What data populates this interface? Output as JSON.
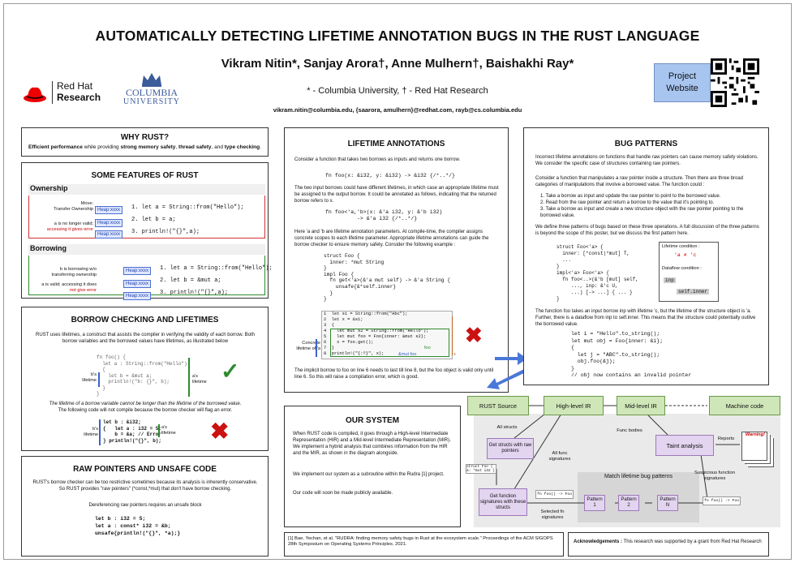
{
  "header": {
    "title": "AUTOMATICALLY DETECTING LIFETIME ANNOTATION BUGS IN THE RUST LANGUAGE",
    "authors": "Vikram Nitin*, Sanjay Arora†, Anne Mulhern†, Baishakhi Ray*",
    "affiliations": "* - Columbia University, † - Red Hat Research",
    "emails": "vikram.nitin@columbia.edu, {saarora, amulhern}@redhat.com, rayb@cs.columbia.edu",
    "redhat_line1": "Red Hat",
    "redhat_line2": "Research",
    "columbia_line1": "COLUMBIA",
    "columbia_line2": "UNIVERSITY",
    "project_line1": "Project",
    "project_line2": "Website"
  },
  "why_rust": {
    "title": "WHY RUST?",
    "text_parts": [
      "Efficient performance",
      " while providing ",
      "strong memory safety",
      ", ",
      "thread safety",
      ", and ",
      "type checking",
      "."
    ]
  },
  "features": {
    "title": "SOME FEATURES OF RUST",
    "ownership_title": "Ownership",
    "ownership_labels": [
      "Move:",
      "Transfer Ownership",
      "a is no longer valid;",
      "accessing it gives error"
    ],
    "ownership_code": [
      "1. let a = String::from(\"Hello\");",
      "2. let b = a;",
      "3. println!(\"{}\",a);"
    ],
    "borrowing_title": "Borrowing",
    "borrowing_labels": [
      "b is borrowing w/o",
      "transferring ownership",
      "a is valid; accessing it does",
      "not give error"
    ],
    "borrowing_code": [
      "1. let a = String::from(\"Hello\");",
      "2. let b = &mut a;",
      "3. println!(\"{}\",a);"
    ],
    "heap_label": "Heap:xxxx"
  },
  "borrow_checking": {
    "title": "BORROW CHECKING AND LIFETIMES",
    "intro": "RUST uses lifetimes, a construct that assists the compiler in verifying the validity of each borrow. Both borrow variables and the borrowed values have lifetimes, as illustrated below",
    "code1": "fn foo() {\n  let a : String::from(\"Hello\");\n  {\n    let b = &mut a;\n    println!(\"b: {}\", b);\n  }\n}",
    "b_lifetime": "b's\nlifetime",
    "a_lifetime": "a's\nlifetime",
    "rule": "The lifetime of a borrow variable cannot be longer than the lifetime of the borrowed value.",
    "rule2": "The following code will not compile because the borrow checker will flag an error.",
    "code2": "let b : &i32;\n{   let a : i32 = 5;\n    b = &a; // Error\n} println!(\"{}\", b);"
  },
  "raw_pointers": {
    "title": "RAW POINTERS AND UNSAFE CODE",
    "text": "RUST's borrow checker can be too restrictive sometimes because its analysis is inherently conservative. So RUST provides \"raw pointers\" (*const,*mut) that don't have borrow checking.",
    "deref": "Dereferencing raw pointers requires an unsafe block",
    "code": "let b : i32 = 5;\nlet a : const* i32 = &b;\nunsafe{println!(\"{}\", *a);}"
  },
  "lifetime_annotations": {
    "title": "LIFETIME ANNOTATIONS",
    "p1": "Consider a function that takes two borrows as inputs and returns one borrow.",
    "code1": "fn foo(x: &i32, y: &i32) -> &i32 {/*..*/}",
    "p2": "The two input borrows could have different lifetimes, in which case an appropriate lifetime must be assigned to the output borrow. It could be annotated as follows, indicating that the returned borrow refers to x.",
    "code2": "fn foo<'a,'b>(x: &'a i32, y: &'b i32)\n          -> &'a i32 {/*..*/}",
    "p3": "Here 'a and 'b are lifetime annotation parameters. At compile-time, the compiler assigns concrete scopes to each lifetime parameter. Appropriate lifetime annotations can guide the borrow checker to ensure memory safety. Consider the following example :",
    "code3": "struct Foo {\n  inner: *mut String\n}\nimpl Foo {\n  fn get<'a>(&'a mut self) -> &'a String {\n    unsafe{&*self.inner}\n  }\n}",
    "code4": "1  let s1 = String::from(\"Abc\");\n2  let x = &s1;\n3  {\n4    let mut s2 = String::from(\"Hello\");\n5    let mut foo = Foo{inner: &mut s2};\n6    x = foo.get();\n7  }\n8  println!(\"{:?}\", x);",
    "concrete": "Concrete lifetime of 'a",
    "foo_label": "foo",
    "mutfoo_label": "&mut foo",
    "x_label": "x",
    "p4": "The implicit borrow to foo on line 6 needs to last till line 8, but the foo object is valid only until line 6. So this will raise a compilation error, which is good."
  },
  "our_system": {
    "title": "OUR SYSTEM",
    "p1": "When RUST code is compiled, it goes through a High-level Intermediate Representation (HIR) and a Mid-level Intermediate Representation (MIR). We implement a hybrid analysis that combines information from the HIR and the MIR, as shown in the diagram alongside.",
    "p2": "We implement our system as a subroutine within the Rudra [1] project.",
    "p3": "Our code will soon be made publicly available."
  },
  "bug_patterns": {
    "title": "BUG PATTERNS",
    "p1": "Incorrect lifetime annotations on functions that handle raw pointers can cause memory safety violations. We consider the specific case of structures containing raw pointers.",
    "p2": "Consider a function that manipulates a raw pointer inside a structure. Then there are three broad categories of manipulations that involve a borrowed value. The function could :",
    "items": [
      "1. Take a borrow as input and update the raw pointer to point to the borrowed value.",
      "2. Read from the raw pointer and return a borrow to the value that it's pointing to.",
      "3. Take a borrow as input and create a new structure object with the raw pointer pointing to the borrowed value."
    ],
    "p3": "We define three patterns of bugs based on these three operations. A full discussion of the three patterns is beyond the scope of this poster, but we discuss the first pattern here.",
    "code1": "struct Foo<'a> {\n  inner: [*const|*mut] T,\n  ...\n}\nimpl<'a> Foo<'a> {\n  fn foo<..>(&'b [mut] self,\n     ..., inp: &'c U,\n     ...) [-> ...] { ... }\n}",
    "cond1": "Lifetime condition :",
    "cond1_val": "'a ≠ 'c",
    "cond2": "Dataflow condition :",
    "inp": "inp",
    "selfinner": "self.inner",
    "p4": "The function foo takes an input borrow inp with lifetime 'c, but the lifetime of the structure object is 'a. Further, there is a dataflow from inp to self.inner. This means that the structure could potentially outlive the borrowed value.",
    "code2": "let i = \"Hello\".to_string();\nlet mut obj = Foo{inner: &i};\n{\n  let j = \"ABC\".to_string();\n  obj.foo(&j);\n}\n// obj now contains an invalid pointer"
  },
  "diagram": {
    "rust_source": "RUST Source",
    "high_ir": "High-level IR",
    "mid_ir": "Mid-level IR",
    "machine": "Machine code",
    "all_structs": "All structs",
    "get_structs": "Get structs with raw pointers",
    "all_func_sig": "All func signatures",
    "func_bodies": "Func bodies",
    "taint": "Taint analysis",
    "reports": "Reports",
    "warning": "Warning!",
    "get_func": "Get function signatures with these structs",
    "selected": "Selected fn signatures",
    "match": "Match lifetime bug patterns",
    "pattern1": "Pattern 1",
    "pattern2": "Pattern 2",
    "patternN": "Pattern N",
    "suspicious": "Suspicious function signatures",
    "fn_foo": "fn foo() -> Foo",
    "struct_foo": "struct Foo { a: *mut i32 }"
  },
  "footer": {
    "ref": "[1]   Bae, Yechan, et al. \"RUDRA: finding memory safety bugs in Rust at the ecosystem scale.\" Proceedings of the ACM SIGOPS 28th Symposium on Operating Systems Principles. 2021.",
    "ack_label": "Acknowledgements :",
    "ack": " This research was supported by a grant from Red Hat Research"
  },
  "colors": {
    "accent_blue": "#3a62c9",
    "green": "#2e8b2e",
    "red": "#cc1111",
    "flow_green": "#cfe6b8",
    "flow_purple": "#e3d4f0"
  }
}
